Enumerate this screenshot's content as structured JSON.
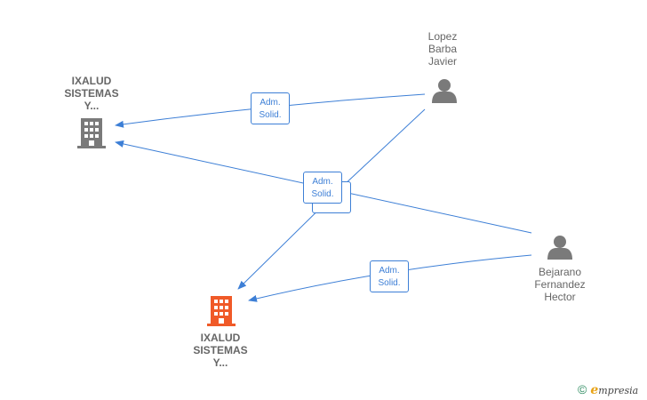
{
  "nodes": {
    "company_top": {
      "lines": [
        "IXALUD",
        "SISTEMAS",
        "Y..."
      ]
    },
    "company_main": {
      "lines": [
        "IXALUD",
        "SISTEMAS",
        "Y..."
      ]
    },
    "person_lopez": {
      "lines": [
        "Lopez",
        "Barba",
        "Javier"
      ]
    },
    "person_bejarano": {
      "lines": [
        "Bejarano",
        "Fernandez",
        "Hector"
      ]
    }
  },
  "edge_labels": [
    {
      "lines": [
        "Adm.",
        "Solid."
      ]
    },
    {
      "lines": [
        "Adm.",
        "Solid."
      ]
    },
    {
      "lines": [
        "",
        "Solid."
      ]
    },
    {
      "lines": [
        "Adm.",
        "Solid."
      ]
    }
  ],
  "footer": {
    "copyright": "©",
    "brand_e": "e",
    "brand_rest": "mpresia"
  },
  "colors": {
    "edge": "#3d7fd6",
    "company_grey": "#7a7a7a",
    "company_main": "#f05a28",
    "person": "#7a7a7a"
  }
}
